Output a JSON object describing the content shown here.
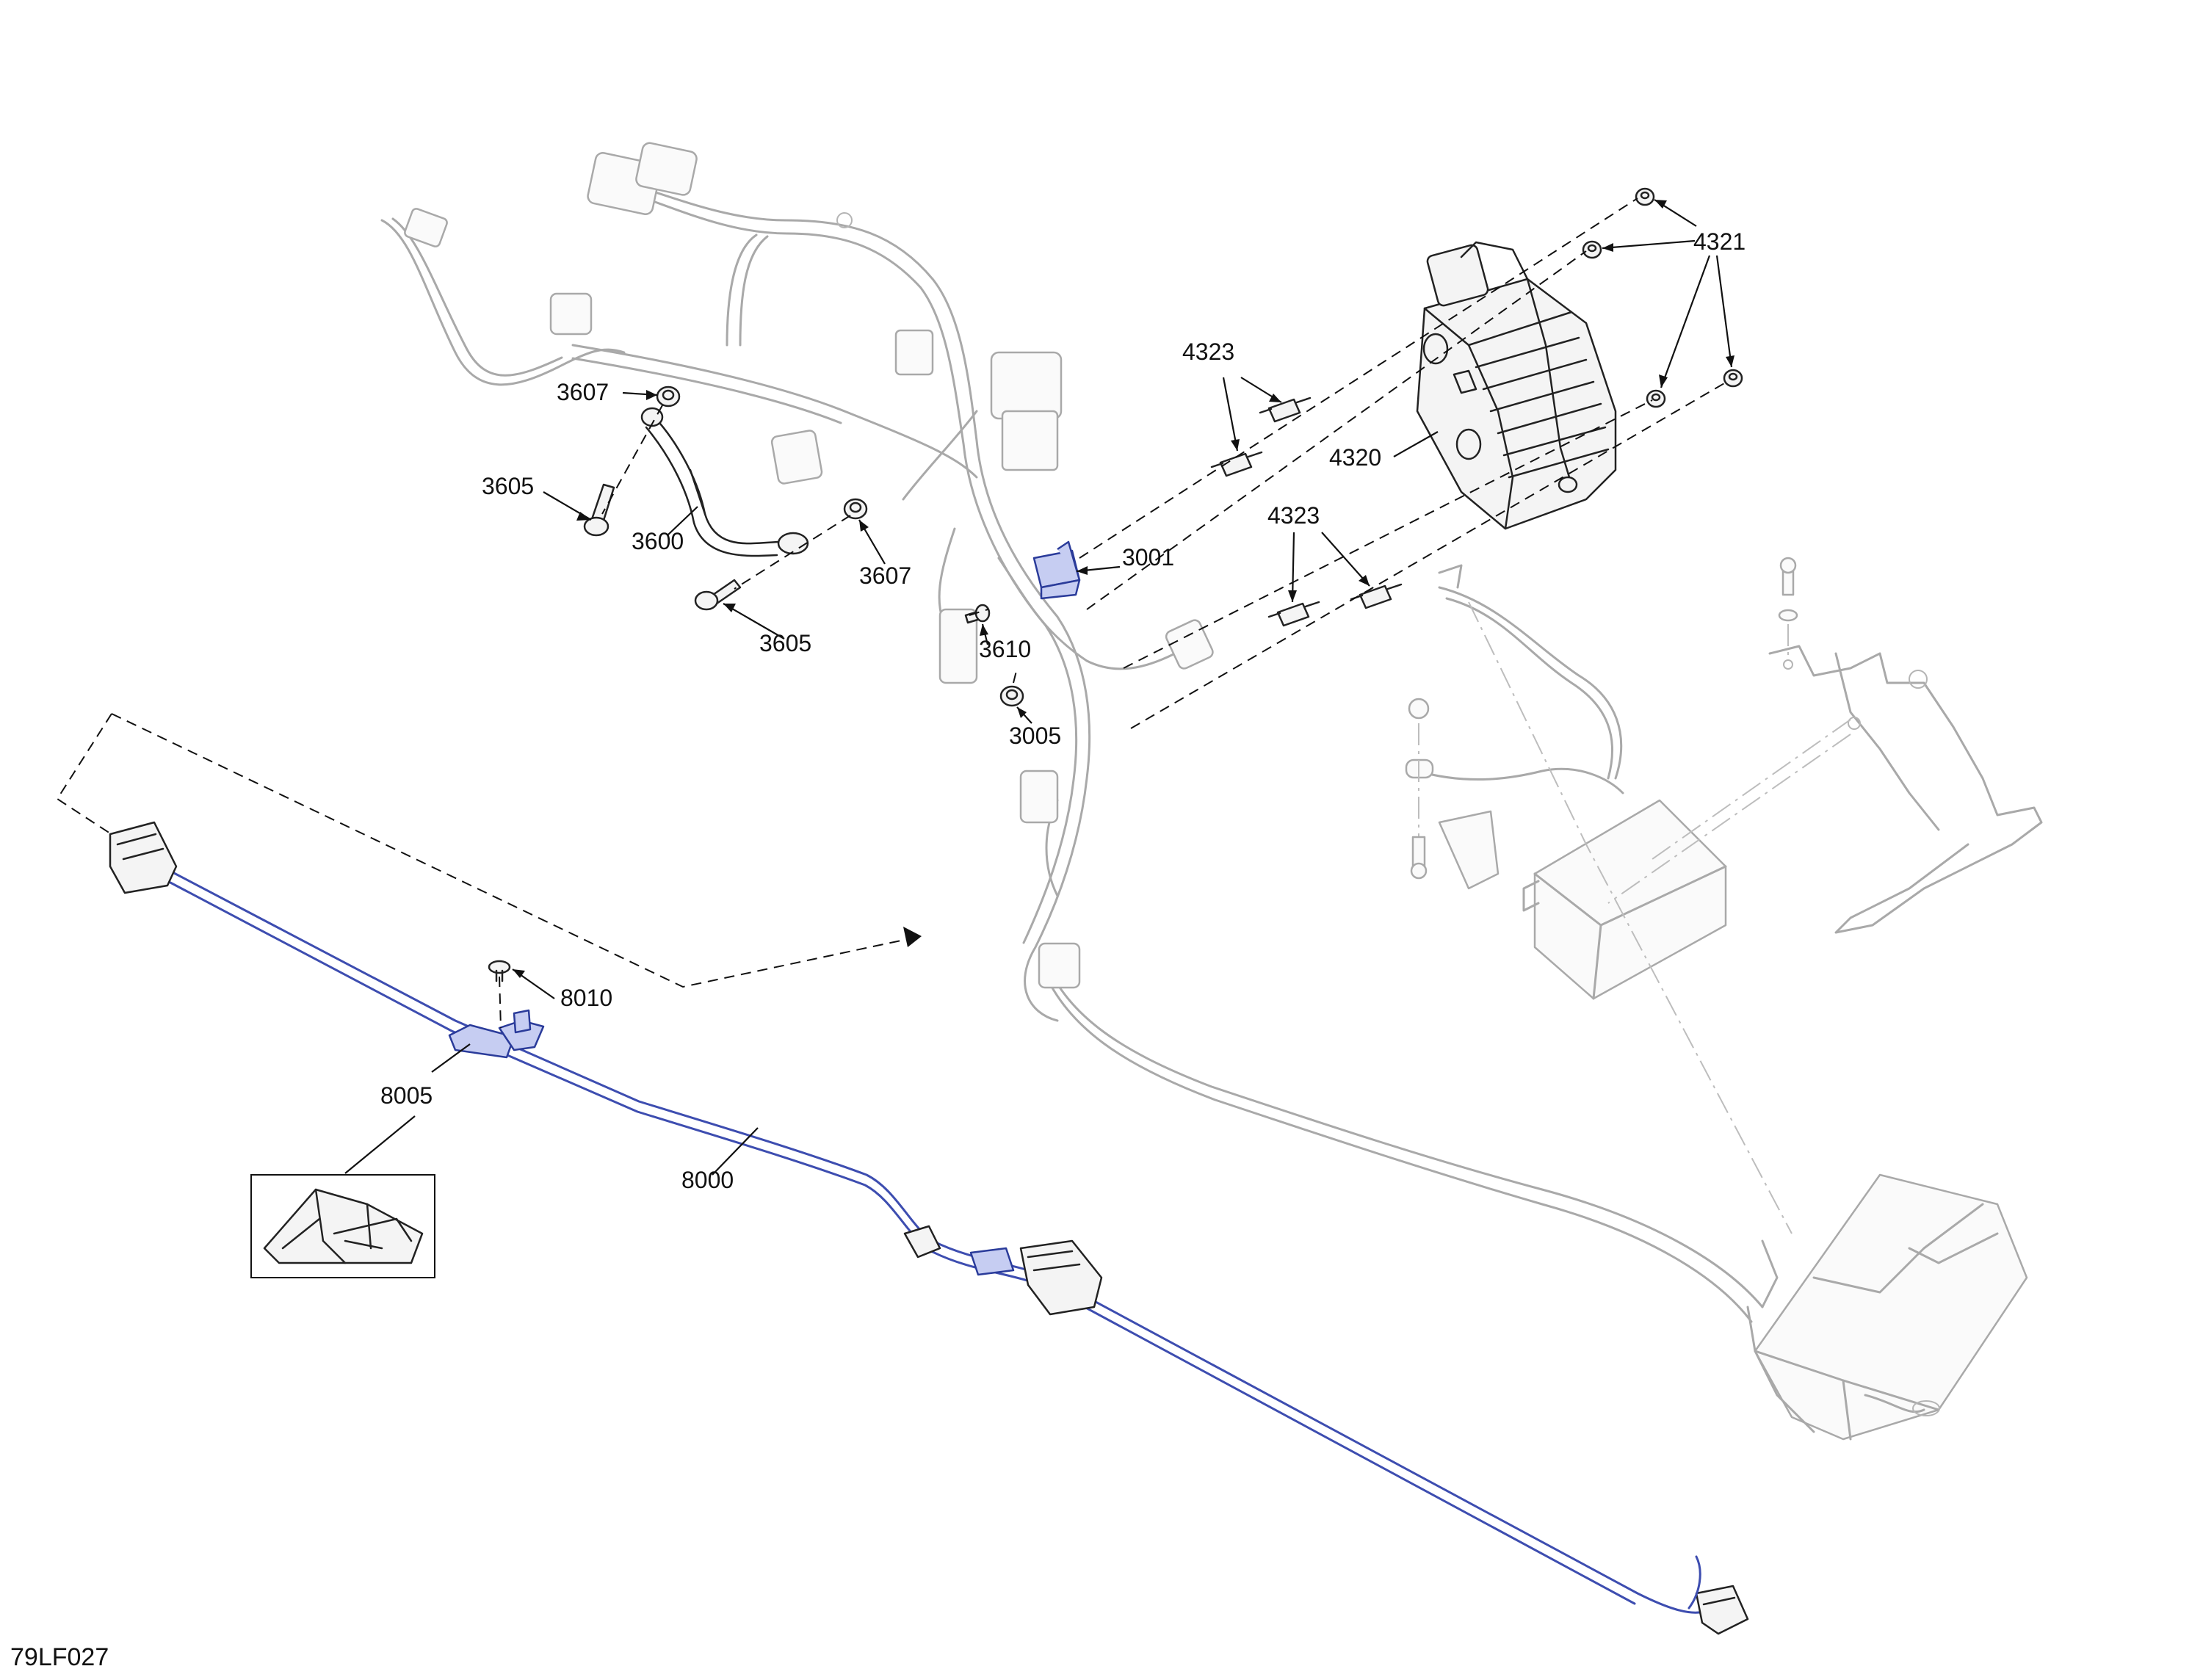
{
  "figure_id": "79LF027",
  "callouts": {
    "c3607_top": "3607",
    "c3605_top": "3605",
    "c3600": "3600",
    "c3607_mid": "3607",
    "c3605_mid": "3605",
    "c3610": "3610",
    "c3005": "3005",
    "c3001": "3001",
    "c4323_top": "4323",
    "c4323_mid": "4323",
    "c4320": "4320",
    "c4321": "4321",
    "c8010": "8010",
    "c8005": "8005",
    "c8000": "8000"
  },
  "colors": {
    "highlight": "#c6cdf2",
    "highlight_stroke": "#2a3b9a",
    "context_gray": "#a9a9a9",
    "ink": "#111111"
  }
}
